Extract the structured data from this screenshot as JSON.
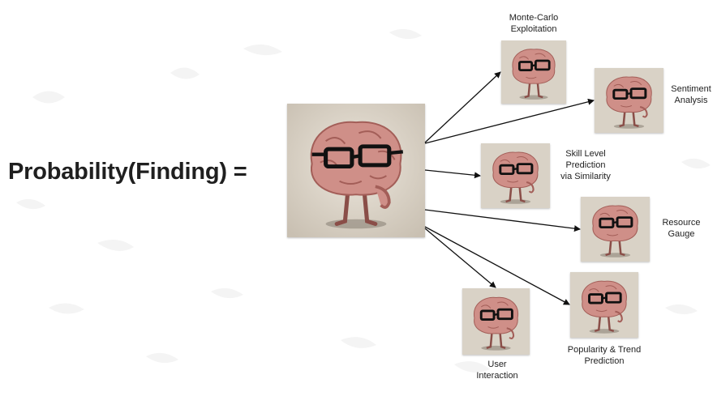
{
  "formula": {
    "text": "Probability(Finding) ="
  },
  "components": [
    {
      "id": "monte-carlo",
      "label": "Monte-Carlo\nExploitation"
    },
    {
      "id": "sentiment",
      "label": "Sentiment\nAnalysis"
    },
    {
      "id": "skill-level",
      "label": "Skill Level\nPrediction\nvia Similarity"
    },
    {
      "id": "resource",
      "label": "Resource\nGauge"
    },
    {
      "id": "popularity",
      "label": "Popularity & Trend\nPrediction"
    },
    {
      "id": "user",
      "label": "User\nInteraction"
    }
  ],
  "colors": {
    "card_bg": "#d9d2c6",
    "brain_fill": "#cf8f88",
    "brain_dark": "#a35e58",
    "glasses": "#111111",
    "arrow": "#111111",
    "text": "#222222"
  },
  "icons": {
    "brain": "brain-with-glasses-icon"
  }
}
